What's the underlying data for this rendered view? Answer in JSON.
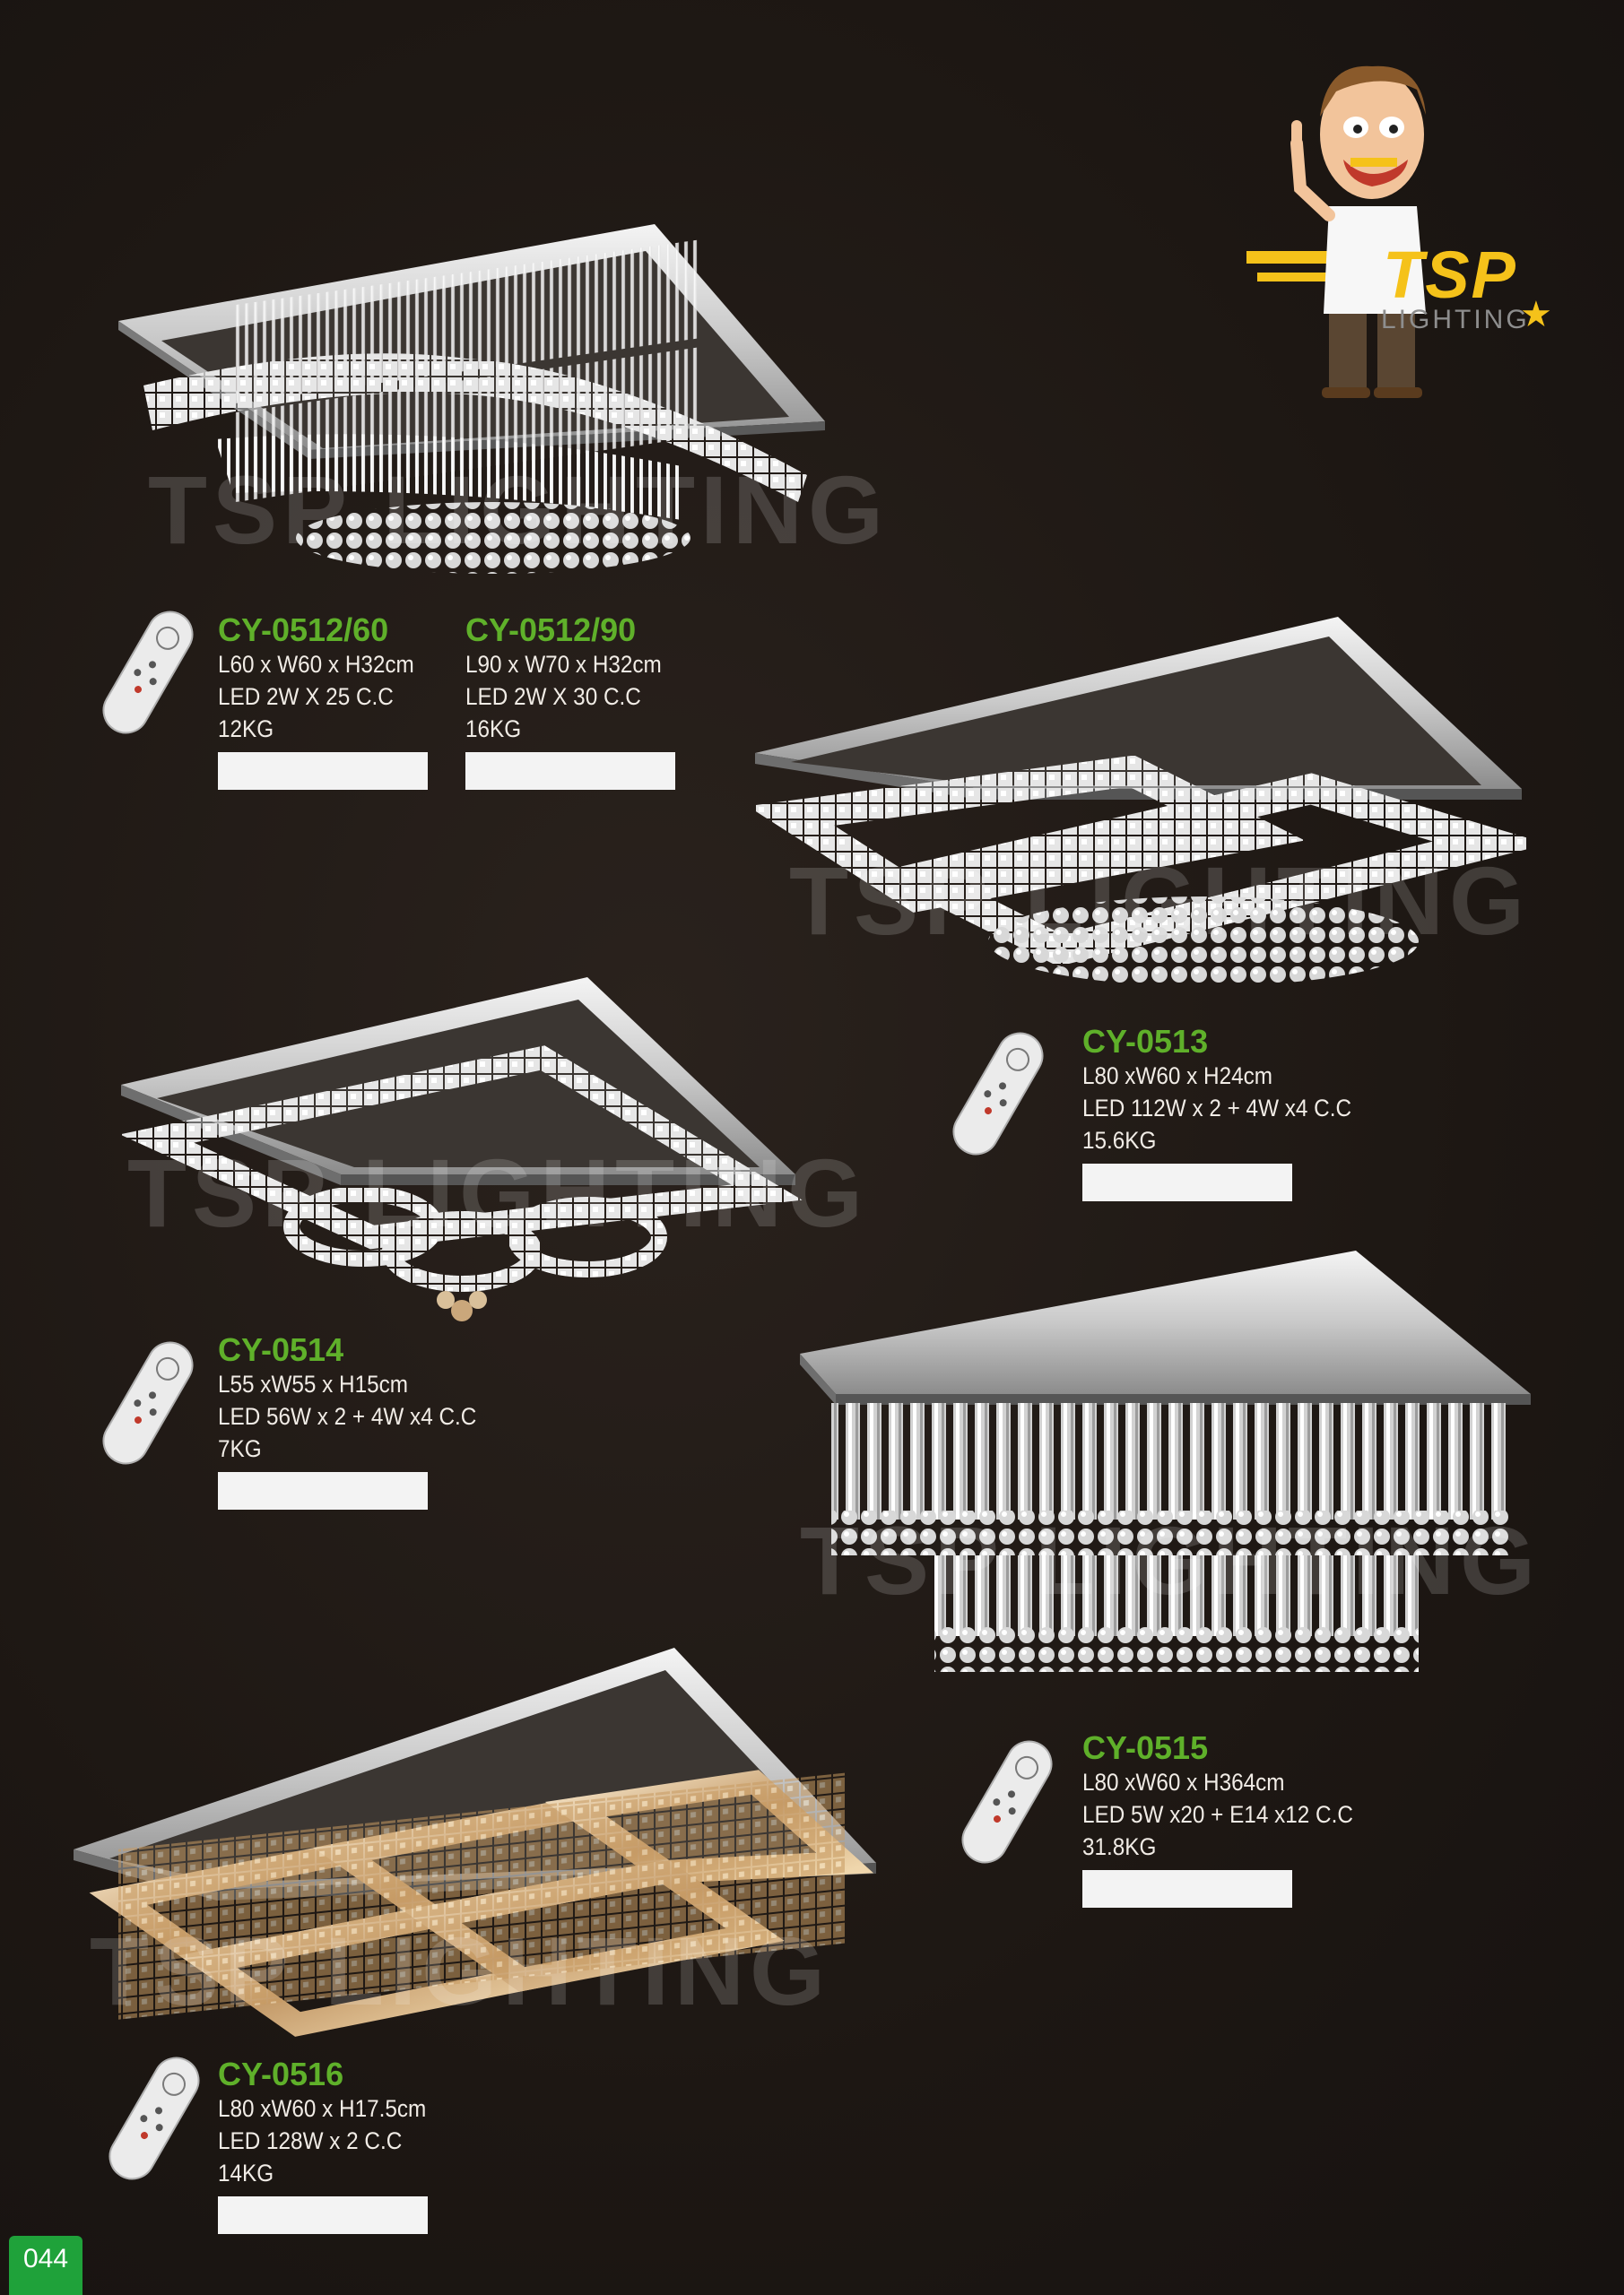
{
  "brand": {
    "name": "TSP",
    "sub": "LIGHTING"
  },
  "watermark_text": "TSP LIGHTING",
  "page_number": "044",
  "products": [
    {
      "id": "cy-0512-60",
      "code": "CY-0512/60",
      "specs": [
        "L60 x W60 x H32cm",
        "LED 2W X 25 C.C",
        "12KG"
      ]
    },
    {
      "id": "cy-0512-90",
      "code": "CY-0512/90",
      "specs": [
        "L90 x W70 x H32cm",
        "LED 2W X 30 C.C",
        "16KG"
      ]
    },
    {
      "id": "cy-0513",
      "code": "CY-0513",
      "specs": [
        "L80 xW60 x H24cm",
        "LED 112W x 2 + 4W x4 C.C",
        "15.6KG"
      ]
    },
    {
      "id": "cy-0514",
      "code": "CY-0514",
      "specs": [
        "L55 xW55 x H15cm",
        "LED 56W x 2 + 4W x4 C.C",
        "7KG"
      ]
    },
    {
      "id": "cy-0515",
      "code": "CY-0515",
      "specs": [
        "L80 xW60 x H364cm",
        "LED 5W x20 + E14 x12 C.C",
        "31.8KG"
      ]
    },
    {
      "id": "cy-0516",
      "code": "CY-0516",
      "specs": [
        "L80 xW60 x H17.5cm",
        "LED 128W x 2 C.C",
        "14KG"
      ]
    }
  ],
  "colors": {
    "code_green": "#5fb02a",
    "background": "#1f1814",
    "logo_yellow": "#f5c21a",
    "page_tab": "#1fa23a"
  }
}
